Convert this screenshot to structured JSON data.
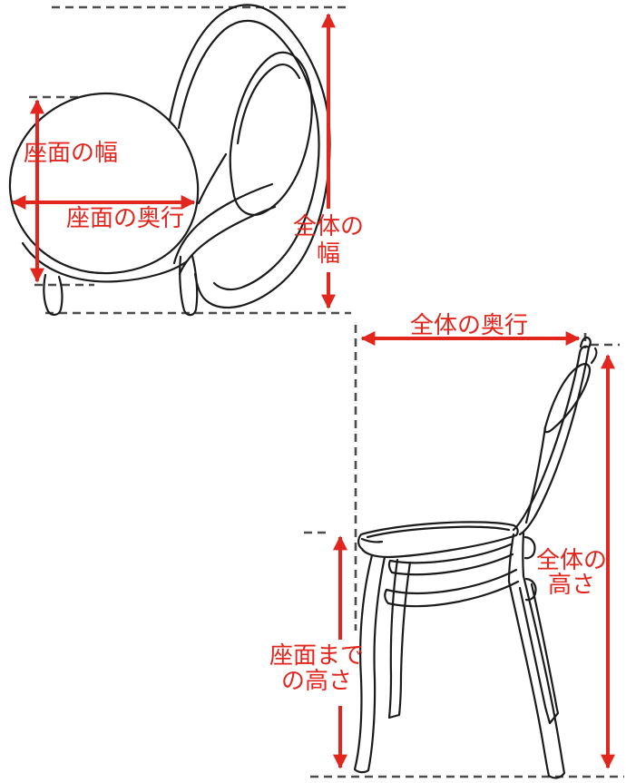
{
  "colors": {
    "measure_red": "#e2261d",
    "line_art_black": "#1b1b1b",
    "guide_gray": "#4c4c4c",
    "background": "#ffffff"
  },
  "measurements": {
    "seat_width": {
      "label": "座面の幅"
    },
    "seat_depth": {
      "label": "座面の奥行"
    },
    "overall_width": {
      "label": "全体の幅",
      "lines": [
        "全体の",
        "幅"
      ]
    },
    "overall_depth": {
      "label": "全体の奥行"
    },
    "overall_height": {
      "label": "全体の高さ",
      "lines": [
        "全体の",
        "高さ"
      ]
    },
    "seat_to_floor_height": {
      "label": "座面までの高さ",
      "lines": [
        "座面まで",
        "の高さ"
      ]
    }
  }
}
